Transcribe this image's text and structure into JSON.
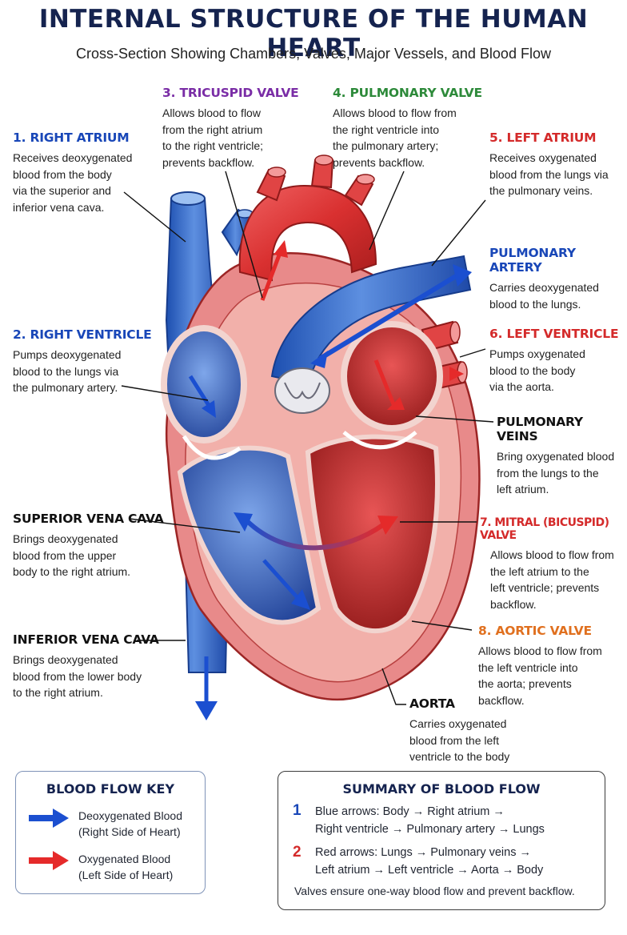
{
  "title": "INTERNAL STRUCTURE OF THE HUMAN HEART",
  "subtitle": "Cross-Section Showing Chambers, Valves, Major Vessels, and Blood Flow",
  "labels": {
    "right_atrium": {
      "heading": "1. RIGHT ATRIUM",
      "lines": [
        "Receives deoxygenated",
        "blood from the body",
        "via the superior and",
        "inferior vena cava."
      ]
    },
    "tricuspid": {
      "heading": "3. TRICUSPID VALVE",
      "lines": [
        "Allows blood to flow",
        "from the right atrium",
        "to the right ventricle;",
        "prevents backflow."
      ]
    },
    "pulmonary_valve": {
      "heading": "4. PULMONARY VALVE",
      "lines": [
        "Allows blood to flow from",
        "the right ventricle into",
        "the pulmonary artery;",
        "prevents backflow."
      ]
    },
    "left_atrium": {
      "heading": "5. LEFT ATRIUM",
      "lines": [
        "Receives oxygenated",
        "blood from the lungs via",
        "the pulmonary veins."
      ]
    },
    "pulmonary_artery": {
      "heading": "PULMONARY ARTERY",
      "lines": [
        "Carries deoxygenated",
        "blood to the lungs."
      ]
    },
    "right_ventricle": {
      "heading": "2. RIGHT VENTRICLE",
      "lines": [
        "Pumps deoxygenated",
        "blood to the lungs via",
        "the pulmonary artery."
      ]
    },
    "left_ventricle": {
      "heading": "6. LEFT VENTRICLE",
      "lines": [
        "Pumps oxygenated",
        "blood to the body",
        "via the aorta."
      ]
    },
    "pulmonary_veins": {
      "heading": "PULMONARY VEINS",
      "lines": [
        "Bring oxygenated blood",
        "from the lungs to the",
        "left atrium."
      ]
    },
    "superior_vena_cava": {
      "heading": "SUPERIOR VENA CAVA",
      "lines": [
        "Brings deoxygenated",
        "blood from the upper",
        "body to the right atrium."
      ]
    },
    "mitral": {
      "heading": "7. MITRAL (BICUSPID) VALVE",
      "lines": [
        "Allows blood to flow from",
        "the left atrium to the",
        "left ventricle; prevents",
        "backflow."
      ]
    },
    "inferior_vena_cava": {
      "heading": "INFERIOR VENA CAVA",
      "lines": [
        "Brings deoxygenated",
        "blood from the lower body",
        "to the right atrium."
      ]
    },
    "aortic_valve": {
      "heading": "8. AORTIC VALVE",
      "lines": [
        "Allows blood to flow from",
        "the left ventricle into",
        "the aorta; prevents",
        "backflow."
      ]
    },
    "aorta": {
      "heading": "AORTA",
      "lines": [
        "Carries oxygenated",
        "blood from the left",
        "ventricle to the body"
      ]
    }
  },
  "key": {
    "title": "BLOOD FLOW KEY",
    "deoxy": [
      "Deoxygenated Blood",
      "(Right Side of Heart)"
    ],
    "oxy": [
      "Oxygenated Blood",
      "(Left Side of Heart)"
    ],
    "blue_color": "#1b4fd0",
    "red_color": "#e52a2a"
  },
  "summary": {
    "title": "SUMMARY OF BLOOD FLOW",
    "n1": "1",
    "blue_1": "Blue arrows: Body → Right atrium →",
    "blue_2": "Right ventricle → Pulmonary artery → Lungs",
    "n2": "2",
    "red_1": "Red arrows: Lungs → Pulmonary veins →",
    "red_2": "Left atrium → Left ventricle → Aorta → Body",
    "note": "Valves ensure one-way blood flow and prevent backflow."
  }
}
